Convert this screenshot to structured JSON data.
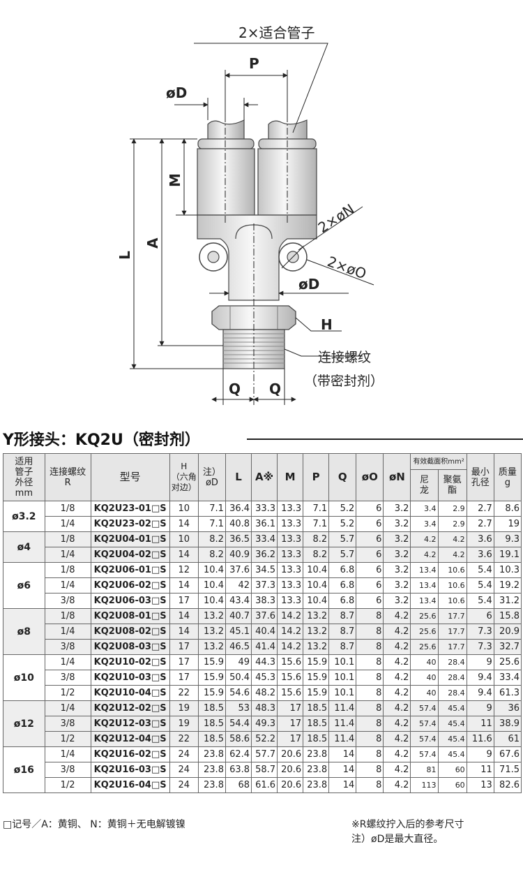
{
  "drawing": {
    "callout_tube": "2×适合管子",
    "dim_P": "P",
    "dim_D_top": "øD",
    "dim_M": "M",
    "dim_L": "L",
    "dim_A": "A",
    "dim_N": "2×øN",
    "dim_O": "2×øO",
    "dim_D_mid": "øD",
    "dim_H": "H",
    "thread_label": "连接螺纹",
    "thread_note": "（带密封剂）",
    "dim_Q1": "Q",
    "dim_Q2": "Q"
  },
  "section_title": "Y形接头：KQ2U（密封剂）",
  "table": {
    "headers": {
      "od": "适用\n管子\n外径 mm",
      "thread": "连接螺纹\nR",
      "model": "型号",
      "H": "H\n（六角\n对边）",
      "D": "注）\nøD",
      "L": "L",
      "A": "A※",
      "M": "M",
      "P": "P",
      "Q": "Q",
      "O": "øO",
      "N": "øN",
      "area": "有效截面积mm²",
      "area_nylon": "尼\n龙",
      "area_pu": "聚氨\n酯",
      "min_hole": "最小\n孔径",
      "mass": "质量\ng"
    },
    "groups": [
      {
        "od": "ø3.2",
        "rows": [
          [
            "1/8",
            "KQ2U23-01□S",
            "10",
            "7.1",
            "36.4",
            "33.3",
            "13.3",
            "7.1",
            "5.2",
            "6",
            "3.2",
            "3.4",
            "2.9",
            "2.7",
            "8.6"
          ],
          [
            "1/4",
            "KQ2U23-02□S",
            "14",
            "7.1",
            "40.8",
            "36.1",
            "13.3",
            "7.1",
            "5.2",
            "6",
            "3.2",
            "3.4",
            "2.9",
            "2.7",
            "19"
          ]
        ]
      },
      {
        "od": "ø4",
        "rows": [
          [
            "1/8",
            "KQ2U04-01□S",
            "10",
            "8.2",
            "36.5",
            "33.4",
            "13.3",
            "8.2",
            "5.7",
            "6",
            "3.2",
            "4.2",
            "4.2",
            "3.6",
            "9.3"
          ],
          [
            "1/4",
            "KQ2U04-02□S",
            "14",
            "8.2",
            "40.9",
            "36.2",
            "13.3",
            "8.2",
            "5.7",
            "6",
            "3.2",
            "4.2",
            "4.2",
            "3.6",
            "19.1"
          ]
        ]
      },
      {
        "od": "ø6",
        "rows": [
          [
            "1/8",
            "KQ2U06-01□S",
            "12",
            "10.4",
            "37.6",
            "34.5",
            "13.3",
            "10.4",
            "6.8",
            "6",
            "3.2",
            "13.4",
            "10.6",
            "5.4",
            "10.3"
          ],
          [
            "1/4",
            "KQ2U06-02□S",
            "14",
            "10.4",
            "42",
            "37.3",
            "13.3",
            "10.4",
            "6.8",
            "6",
            "3.2",
            "13.4",
            "10.6",
            "5.4",
            "19.2"
          ],
          [
            "3/8",
            "KQ2U06-03□S",
            "17",
            "10.4",
            "43.4",
            "38.3",
            "13.3",
            "10.4",
            "6.8",
            "6",
            "3.2",
            "13.4",
            "10.6",
            "5.4",
            "31.2"
          ]
        ]
      },
      {
        "od": "ø8",
        "rows": [
          [
            "1/8",
            "KQ2U08-01□S",
            "14",
            "13.2",
            "40.7",
            "37.6",
            "14.2",
            "13.2",
            "8.7",
            "8",
            "4.2",
            "25.6",
            "17.7",
            "6",
            "15.8"
          ],
          [
            "1/4",
            "KQ2U08-02□S",
            "14",
            "13.2",
            "45.1",
            "40.4",
            "14.2",
            "13.2",
            "8.7",
            "8",
            "4.2",
            "25.6",
            "17.7",
            "7.3",
            "20.9"
          ],
          [
            "3/8",
            "KQ2U08-03□S",
            "17",
            "13.2",
            "46.5",
            "41.4",
            "14.2",
            "13.2",
            "8.7",
            "8",
            "4.2",
            "25.6",
            "17.7",
            "7.3",
            "32.7"
          ]
        ]
      },
      {
        "od": "ø10",
        "rows": [
          [
            "1/4",
            "KQ2U10-02□S",
            "17",
            "15.9",
            "49",
            "44.3",
            "15.6",
            "15.9",
            "10.1",
            "8",
            "4.2",
            "40",
            "28.4",
            "9",
            "25.6"
          ],
          [
            "3/8",
            "KQ2U10-03□S",
            "17",
            "15.9",
            "50.4",
            "45.3",
            "15.6",
            "15.9",
            "10.1",
            "8",
            "4.2",
            "40",
            "28.4",
            "9.4",
            "33.4"
          ],
          [
            "1/2",
            "KQ2U10-04□S",
            "22",
            "15.9",
            "54.6",
            "48.2",
            "15.6",
            "15.9",
            "10.1",
            "8",
            "4.2",
            "40",
            "28.4",
            "9.4",
            "61.3"
          ]
        ]
      },
      {
        "od": "ø12",
        "rows": [
          [
            "1/4",
            "KQ2U12-02□S",
            "19",
            "18.5",
            "53",
            "48.3",
            "17",
            "18.5",
            "11.4",
            "8",
            "4.2",
            "57.4",
            "45.4",
            "9",
            "36"
          ],
          [
            "3/8",
            "KQ2U12-03□S",
            "19",
            "18.5",
            "54.4",
            "49.3",
            "17",
            "18.5",
            "11.4",
            "8",
            "4.2",
            "57.4",
            "45.4",
            "11",
            "38.9"
          ],
          [
            "1/2",
            "KQ2U12-04□S",
            "22",
            "18.5",
            "58.6",
            "52.2",
            "17",
            "18.5",
            "11.4",
            "8",
            "4.2",
            "57.4",
            "45.4",
            "11.6",
            "61"
          ]
        ]
      },
      {
        "od": "ø16",
        "rows": [
          [
            "1/4",
            "KQ2U16-02□S",
            "24",
            "23.8",
            "62.4",
            "57.7",
            "20.6",
            "23.8",
            "14",
            "8",
            "4.2",
            "57.4",
            "45.4",
            "9",
            "67.6"
          ],
          [
            "3/8",
            "KQ2U16-03□S",
            "24",
            "23.8",
            "63.8",
            "58.7",
            "20.6",
            "23.8",
            "14",
            "8",
            "4.2",
            "81",
            "60",
            "11",
            "71.5"
          ],
          [
            "1/2",
            "KQ2U16-04□S",
            "24",
            "23.8",
            "68",
            "61.6",
            "20.6",
            "23.8",
            "14",
            "8",
            "4.2",
            "113",
            "60",
            "13",
            "82.6"
          ]
        ]
      }
    ]
  },
  "notes": {
    "left": "□记号／A：黄铜、 N：黄铜＋无电解镀镍",
    "right1": "※R螺纹拧入后的参考尺寸",
    "right2": "注）øD是最大直径。"
  }
}
